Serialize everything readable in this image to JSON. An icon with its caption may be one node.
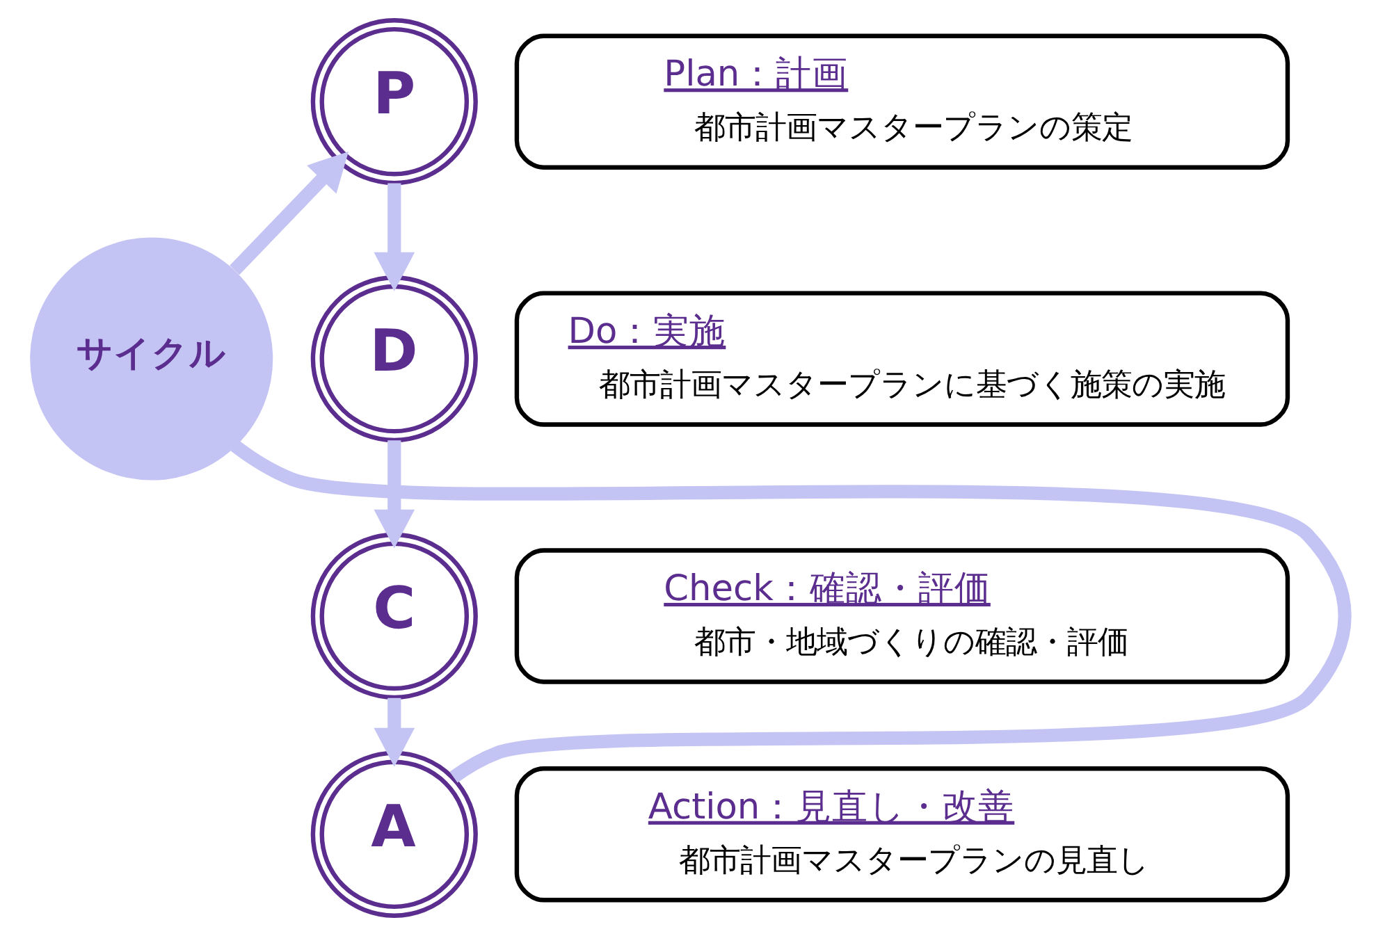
{
  "diagram": {
    "nodes": [
      {
        "text": [
          "P"
        ]
      },
      {
        "text": [
          "Plan：計画",
          "都市計画マスタープランの策定"
        ]
      },
      {
        "text": [
          "D"
        ]
      },
      {
        "text": [
          "Do：実施",
          "都市計画マスタープランに基づく施策の実施"
        ]
      },
      {
        "text": [
          "C"
        ]
      },
      {
        "text": [
          "Check：確認・評価",
          "都市・地域づくりの確認・評価"
        ]
      },
      {
        "text": [
          "A"
        ]
      },
      {
        "text": [
          "Action：見直し・改善",
          "都市計画マスタープランの見直し"
        ]
      },
      {
        "text": [
          "サイクル"
        ]
      }
    ],
    "edges": [
      {
        "from": 0,
        "to": 2,
        "arrow": "to"
      },
      {
        "from": 2,
        "to": 4,
        "arrow": "to"
      },
      {
        "from": 4,
        "to": 6,
        "arrow": "to"
      },
      {
        "from": 6,
        "to": 8,
        "arrow": "none"
      },
      {
        "from": 8,
        "to": 0,
        "arrow": "to"
      }
    ]
  }
}
